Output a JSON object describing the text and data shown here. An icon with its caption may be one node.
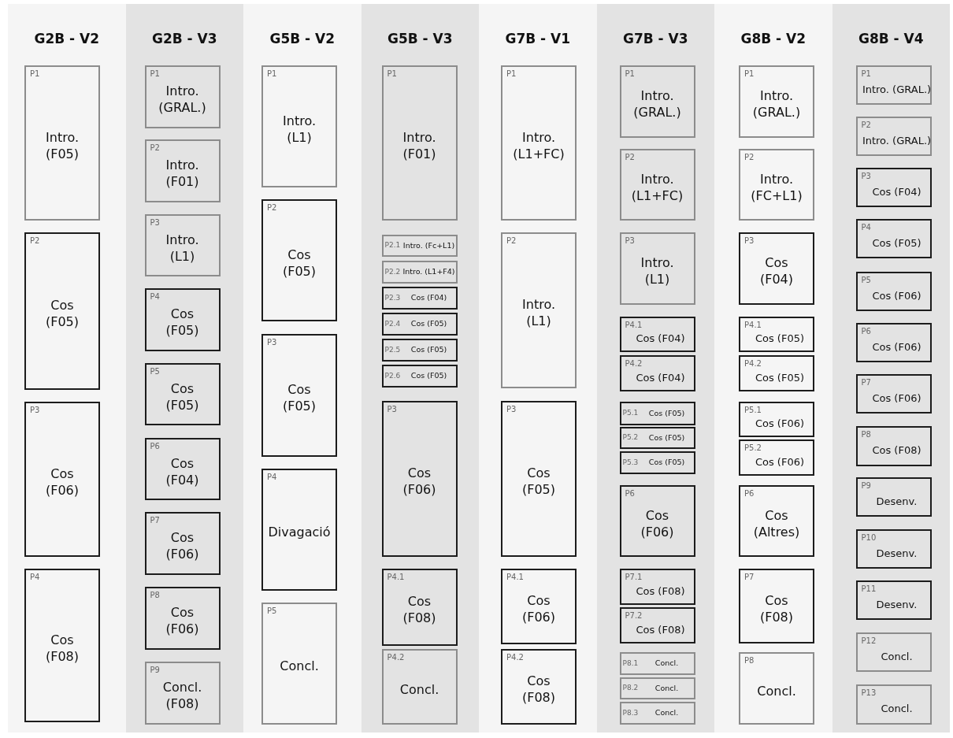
{
  "diagram": {
    "nodes": [
      {
        "text": [
          "G2B - V2"
        ]
      },
      {
        "text": [
          "P1",
          "Intro. (F05)"
        ],
        "in": 0
      },
      {
        "text": [
          "P2",
          "Cos (F05)"
        ],
        "in": 0
      },
      {
        "text": [
          "P3",
          "Cos (F06)"
        ],
        "in": 0
      },
      {
        "text": [
          "P4",
          "Cos (F08)"
        ],
        "in": 0
      },
      {
        "text": [
          "G2B - V3"
        ]
      },
      {
        "text": [
          "P1",
          "Intro. (GRAL.)"
        ],
        "in": 5
      },
      {
        "text": [
          "P2",
          "Intro. (F01)"
        ],
        "in": 5
      },
      {
        "text": [
          "P3",
          "Intro. (L1)"
        ],
        "in": 5
      },
      {
        "text": [
          "P4",
          "Cos (F05)"
        ],
        "in": 5
      },
      {
        "text": [
          "P5",
          "Cos (F05)"
        ],
        "in": 5
      },
      {
        "text": [
          "P6",
          "Cos (F04)"
        ],
        "in": 5
      },
      {
        "text": [
          "P7",
          "Cos (F06)"
        ],
        "in": 5
      },
      {
        "text": [
          "P8",
          "Cos (F06)"
        ],
        "in": 5
      },
      {
        "text": [
          "P9",
          "Concl. (F08)"
        ],
        "in": 5
      },
      {
        "text": [
          "G5B - V2"
        ]
      },
      {
        "text": [
          "P1",
          "Intro. (L1)"
        ],
        "in": 15
      },
      {
        "text": [
          "P2",
          "Cos (F05)"
        ],
        "in": 15
      },
      {
        "text": [
          "P3",
          "Cos (F05)"
        ],
        "in": 15
      },
      {
        "text": [
          "P4",
          "Divagació"
        ],
        "in": 15
      },
      {
        "text": [
          "P5",
          "Concl."
        ],
        "in": 15
      },
      {
        "text": [
          "G5B - V3"
        ]
      },
      {
        "text": [
          "P1",
          "Intro. (F01)"
        ],
        "in": 21
      },
      {
        "text": [
          "P2.1",
          "Intro. (Fc+L1)"
        ],
        "in": 21
      },
      {
        "text": [
          "P2.2",
          "Intro. (L1+F4)"
        ],
        "in": 21
      },
      {
        "text": [
          "P2.3",
          "Cos (F04)"
        ],
        "in": 21
      },
      {
        "text": [
          "P2.4",
          "Cos (F05)"
        ],
        "in": 21
      },
      {
        "text": [
          "P2.5",
          "Cos (F05)"
        ],
        "in": 21
      },
      {
        "text": [
          "P2.6",
          "Cos (F05)"
        ],
        "in": 21
      },
      {
        "text": [
          "P3",
          "Cos (F06)"
        ],
        "in": 21
      },
      {
        "text": [
          "P4.1",
          "Cos (F08)"
        ],
        "in": 21
      },
      {
        "text": [
          "P4.2",
          "Concl."
        ],
        "in": 21
      },
      {
        "text": [
          "G7B - V1"
        ]
      },
      {
        "text": [
          "P1",
          "Intro. (L1+FC)"
        ],
        "in": 32
      },
      {
        "text": [
          "P2",
          "Intro. (L1)"
        ],
        "in": 32
      },
      {
        "text": [
          "P3",
          "Cos (F05)"
        ],
        "in": 32
      },
      {
        "text": [
          "P4.1",
          "Cos (F06)"
        ],
        "in": 32
      },
      {
        "text": [
          "P4.2",
          "Cos (F08)"
        ],
        "in": 32
      },
      {
        "text": [
          "G7B - V3"
        ]
      },
      {
        "text": [
          "P1",
          "Intro. (GRAL.)"
        ],
        "in": 38
      },
      {
        "text": [
          "P2",
          "Intro. (L1+FC)"
        ],
        "in": 38
      },
      {
        "text": [
          "P3",
          "Intro. (L1)"
        ],
        "in": 38
      },
      {
        "text": [
          "P4.1",
          "Cos (F04)"
        ],
        "in": 38
      },
      {
        "text": [
          "P4.2",
          "Cos (F04)"
        ],
        "in": 38
      },
      {
        "text": [
          "P5.1",
          "Cos (F05)"
        ],
        "in": 38
      },
      {
        "text": [
          "P5.2",
          "Cos (F05)"
        ],
        "in": 38
      },
      {
        "text": [
          "P5.3",
          "Cos (F05)"
        ],
        "in": 38
      },
      {
        "text": [
          "P6",
          "Cos (F06)"
        ],
        "in": 38
      },
      {
        "text": [
          "P7.1",
          "Cos (F08)"
        ],
        "in": 38
      },
      {
        "text": [
          "P7.2",
          "Cos (F08)"
        ],
        "in": 38
      },
      {
        "text": [
          "P8.1",
          "Concl."
        ],
        "in": 38
      },
      {
        "text": [
          "P8.2",
          "Concl."
        ],
        "in": 38
      },
      {
        "text": [
          "P8.3",
          "Concl."
        ],
        "in": 38
      },
      {
        "text": [
          "G8B - V2"
        ]
      },
      {
        "text": [
          "P1",
          "Intro. (GRAL.)"
        ],
        "in": 53
      },
      {
        "text": [
          "P2",
          "Intro. (FC+L1)"
        ],
        "in": 53
      },
      {
        "text": [
          "P3",
          "Cos (F04)"
        ],
        "in": 53
      },
      {
        "text": [
          "P4.1",
          "Cos (F05)"
        ],
        "in": 53
      },
      {
        "text": [
          "P4.2",
          "Cos (F05)"
        ],
        "in": 53
      },
      {
        "text": [
          "P5.1",
          "Cos (F06)"
        ],
        "in": 53
      },
      {
        "text": [
          "P5.2",
          "Cos (F06)"
        ],
        "in": 53
      },
      {
        "text": [
          "P6",
          "Cos (Altres)"
        ],
        "in": 53
      },
      {
        "text": [
          "P7",
          "Cos (F08)"
        ],
        "in": 53
      },
      {
        "text": [
          "P8",
          "Concl."
        ],
        "in": 53
      },
      {
        "text": [
          "G8B - V4"
        ]
      },
      {
        "text": [
          "P1",
          "Intro. (GRAL.)"
        ],
        "in": 64
      },
      {
        "text": [
          "P2",
          "Intro. (GRAL.)"
        ],
        "in": 64
      },
      {
        "text": [
          "P3",
          "Cos (F04)"
        ],
        "in": 64
      },
      {
        "text": [
          "P4",
          "Cos (F05)"
        ],
        "in": 64
      },
      {
        "text": [
          "P5",
          "Cos (F06)"
        ],
        "in": 64
      },
      {
        "text": [
          "P6",
          "Cos (F06)"
        ],
        "in": 64
      },
      {
        "text": [
          "P7",
          "Cos (F06)"
        ],
        "in": 64
      },
      {
        "text": [
          "P8",
          "Cos (F08)"
        ],
        "in": 64
      },
      {
        "text": [
          "P9",
          "Desenv."
        ],
        "in": 64
      },
      {
        "text": [
          "P10",
          "Desenv."
        ],
        "in": 64
      },
      {
        "text": [
          "P11",
          "Desenv."
        ],
        "in": 64
      },
      {
        "text": [
          "P12",
          "Concl."
        ],
        "in": 64
      },
      {
        "text": [
          "P13",
          "Concl."
        ],
        "in": 64
      }
    ]
  }
}
